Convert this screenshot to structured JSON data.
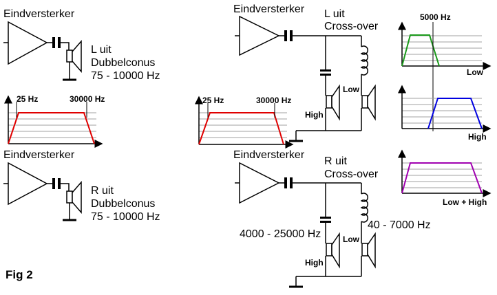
{
  "labels": {
    "amp_top_left": "Eindversterker",
    "amp_bottom_left": "Eindversterker",
    "amp_top_mid": "Eindversterker",
    "amp_bottom_mid": "Eindversterker",
    "l_uit": "L uit",
    "l_dubbel": "Dubbelconus",
    "l_range": "75 - 10000 Hz",
    "r_uit": "R uit",
    "r_dubbel": "Dubbelconus",
    "r_range": "75 - 10000 Hz",
    "l_uit_mid": "L uit",
    "l_crossover": "Cross-over",
    "r_uit_mid": "R uit",
    "r_crossover": "Cross-over",
    "high_top": "High",
    "low_top": "Low",
    "high_bottom": "High",
    "low_bottom": "Low",
    "tweeter_range": "4000 - 25000 Hz",
    "woofer_range": "40 - 7000 Hz",
    "fig": "Fig 2"
  },
  "graphs": {
    "left_25": "25 Hz",
    "left_30000": "30000 Hz",
    "mid_25": "25 Hz",
    "mid_30000": "30000 Hz",
    "cross_freq": "5000 Hz",
    "low_label": "Low",
    "high_label": "High",
    "lowhigh_label": "Low + High"
  },
  "colors": {
    "red": "#e00000",
    "green": "#1a9a1a",
    "blue": "#0000e0",
    "purple": "#a000b0",
    "grid": "#a0a0a0"
  }
}
